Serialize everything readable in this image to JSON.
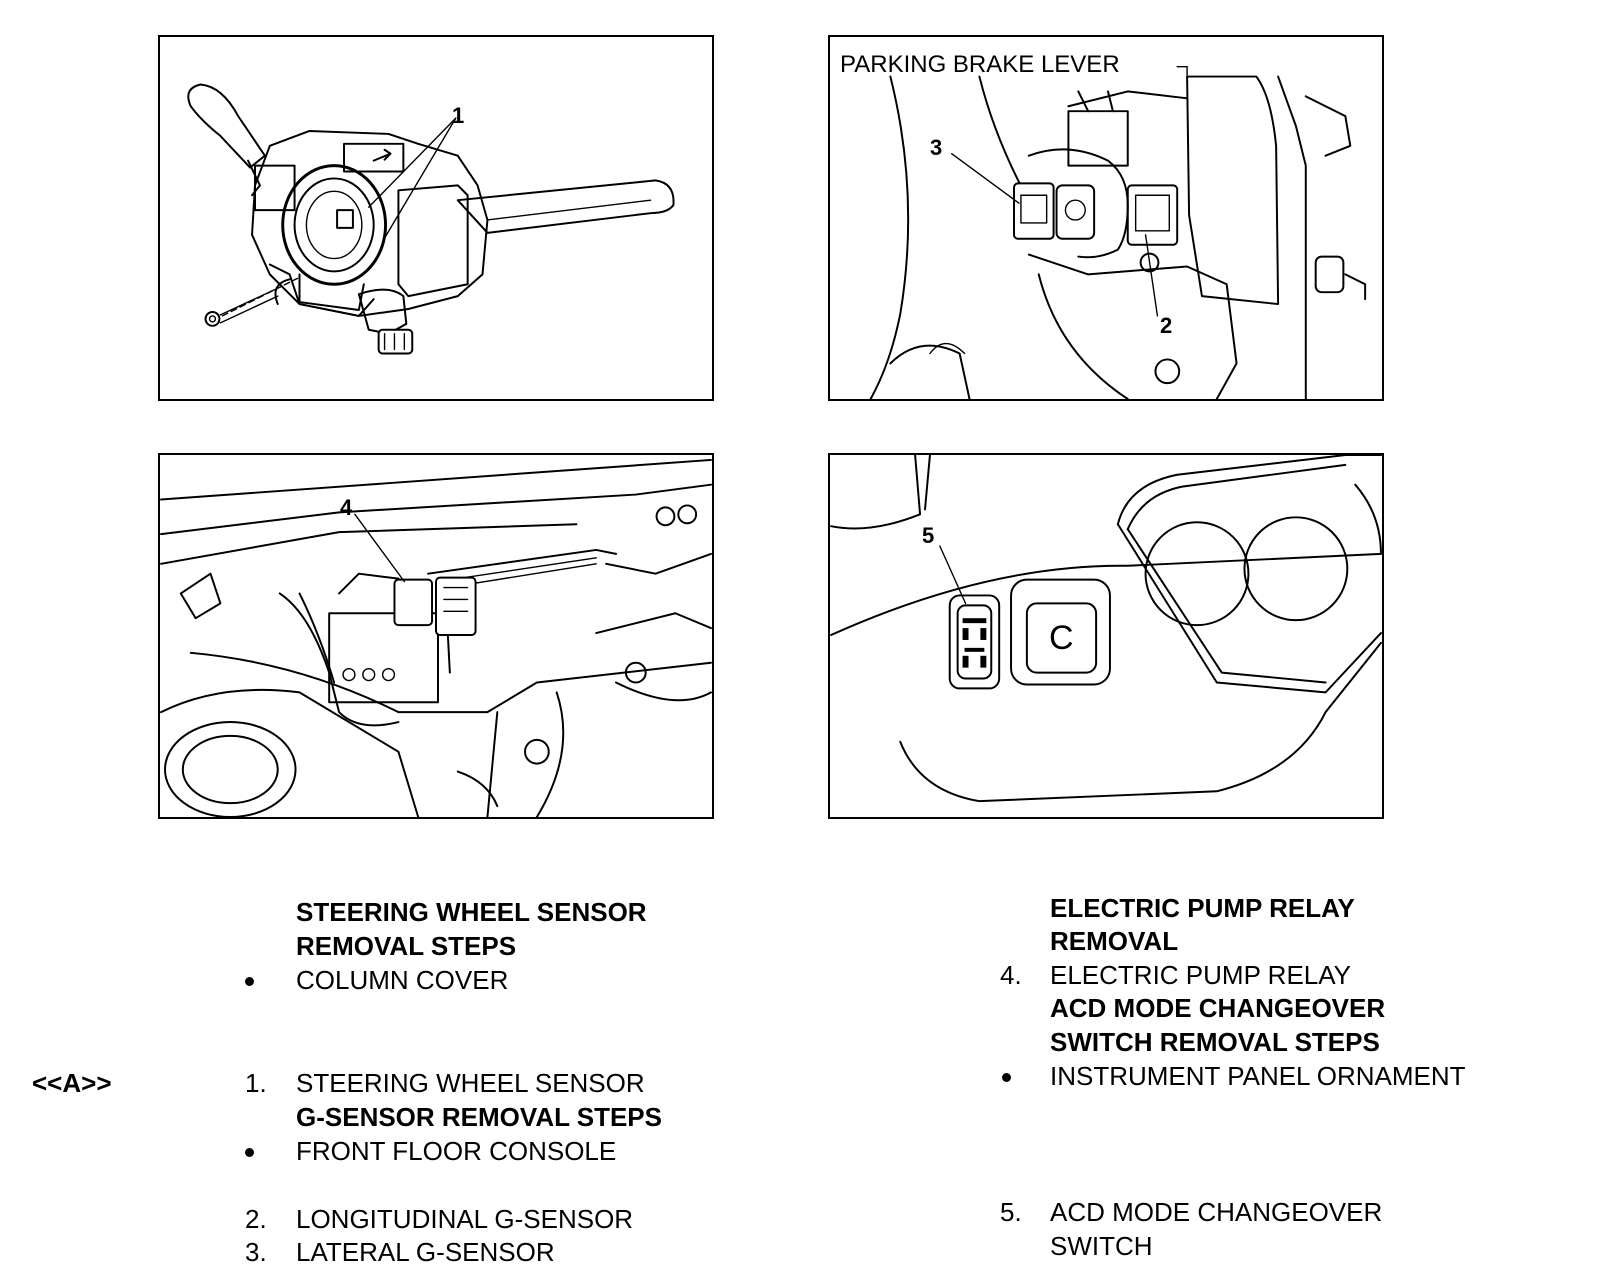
{
  "figures": {
    "panel1": {
      "callout": "1"
    },
    "panel2": {
      "label": "PARKING BRAKE LEVER",
      "callout_2": "2",
      "callout_3": "3"
    },
    "panel3": {
      "callout": "4"
    },
    "panel4": {
      "callout": "5",
      "switch_letter": "C"
    }
  },
  "left_column": {
    "heading_1": "STEERING WHEEL SENSOR",
    "heading_2": "REMOVAL STEPS",
    "prep_1": "COLUMN COVER",
    "note_tag": "<<A>>",
    "step_1_num": "1.",
    "step_1_text": "STEERING WHEEL SENSOR",
    "heading_3": "G-SENSOR REMOVAL STEPS",
    "prep_2": "FRONT FLOOR CONSOLE",
    "step_2_num": "2.",
    "step_2_text": "LONGITUDINAL G-SENSOR",
    "step_3_num": "3.",
    "step_3_text": "LATERAL G-SENSOR"
  },
  "right_column": {
    "heading_1": "ELECTRIC PUMP RELAY",
    "heading_2": "REMOVAL",
    "step_4_num": "4.",
    "step_4_text": "ELECTRIC PUMP RELAY",
    "heading_3": "ACD MODE CHANGEOVER",
    "heading_4": "SWITCH REMOVAL STEPS",
    "prep_1": "INSTRUMENT PANEL ORNAMENT",
    "step_5_num": "5.",
    "step_5_text_1": "ACD MODE CHANGEOVER",
    "step_5_text_2": "SWITCH"
  }
}
